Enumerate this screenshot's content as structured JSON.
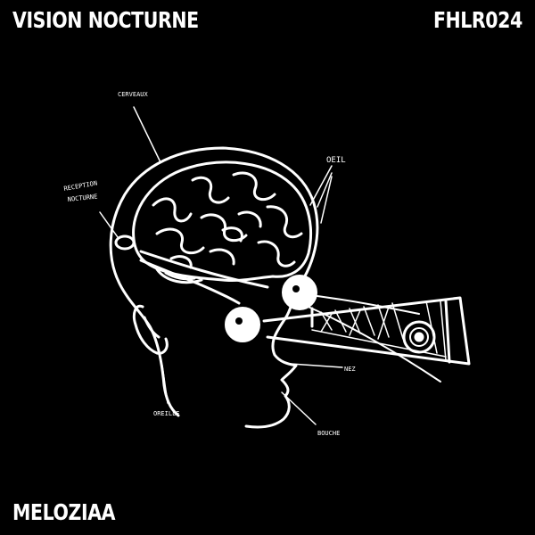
{
  "cover": {
    "title": "VISION NOCTURNE",
    "catalog_number": "FHLR024",
    "artist": "MELOZIAA",
    "background_color": "#000000",
    "ink_color": "#ffffff"
  },
  "illustration": {
    "labels": {
      "cerveaux": "CERVEAUX",
      "oeil": "OEIL",
      "reception_line1": "RECEPTION",
      "reception_line2": "NOCTURNE",
      "nez": "NEZ",
      "oreille": "OREILLE",
      "bouche": "BOUCHE"
    }
  }
}
